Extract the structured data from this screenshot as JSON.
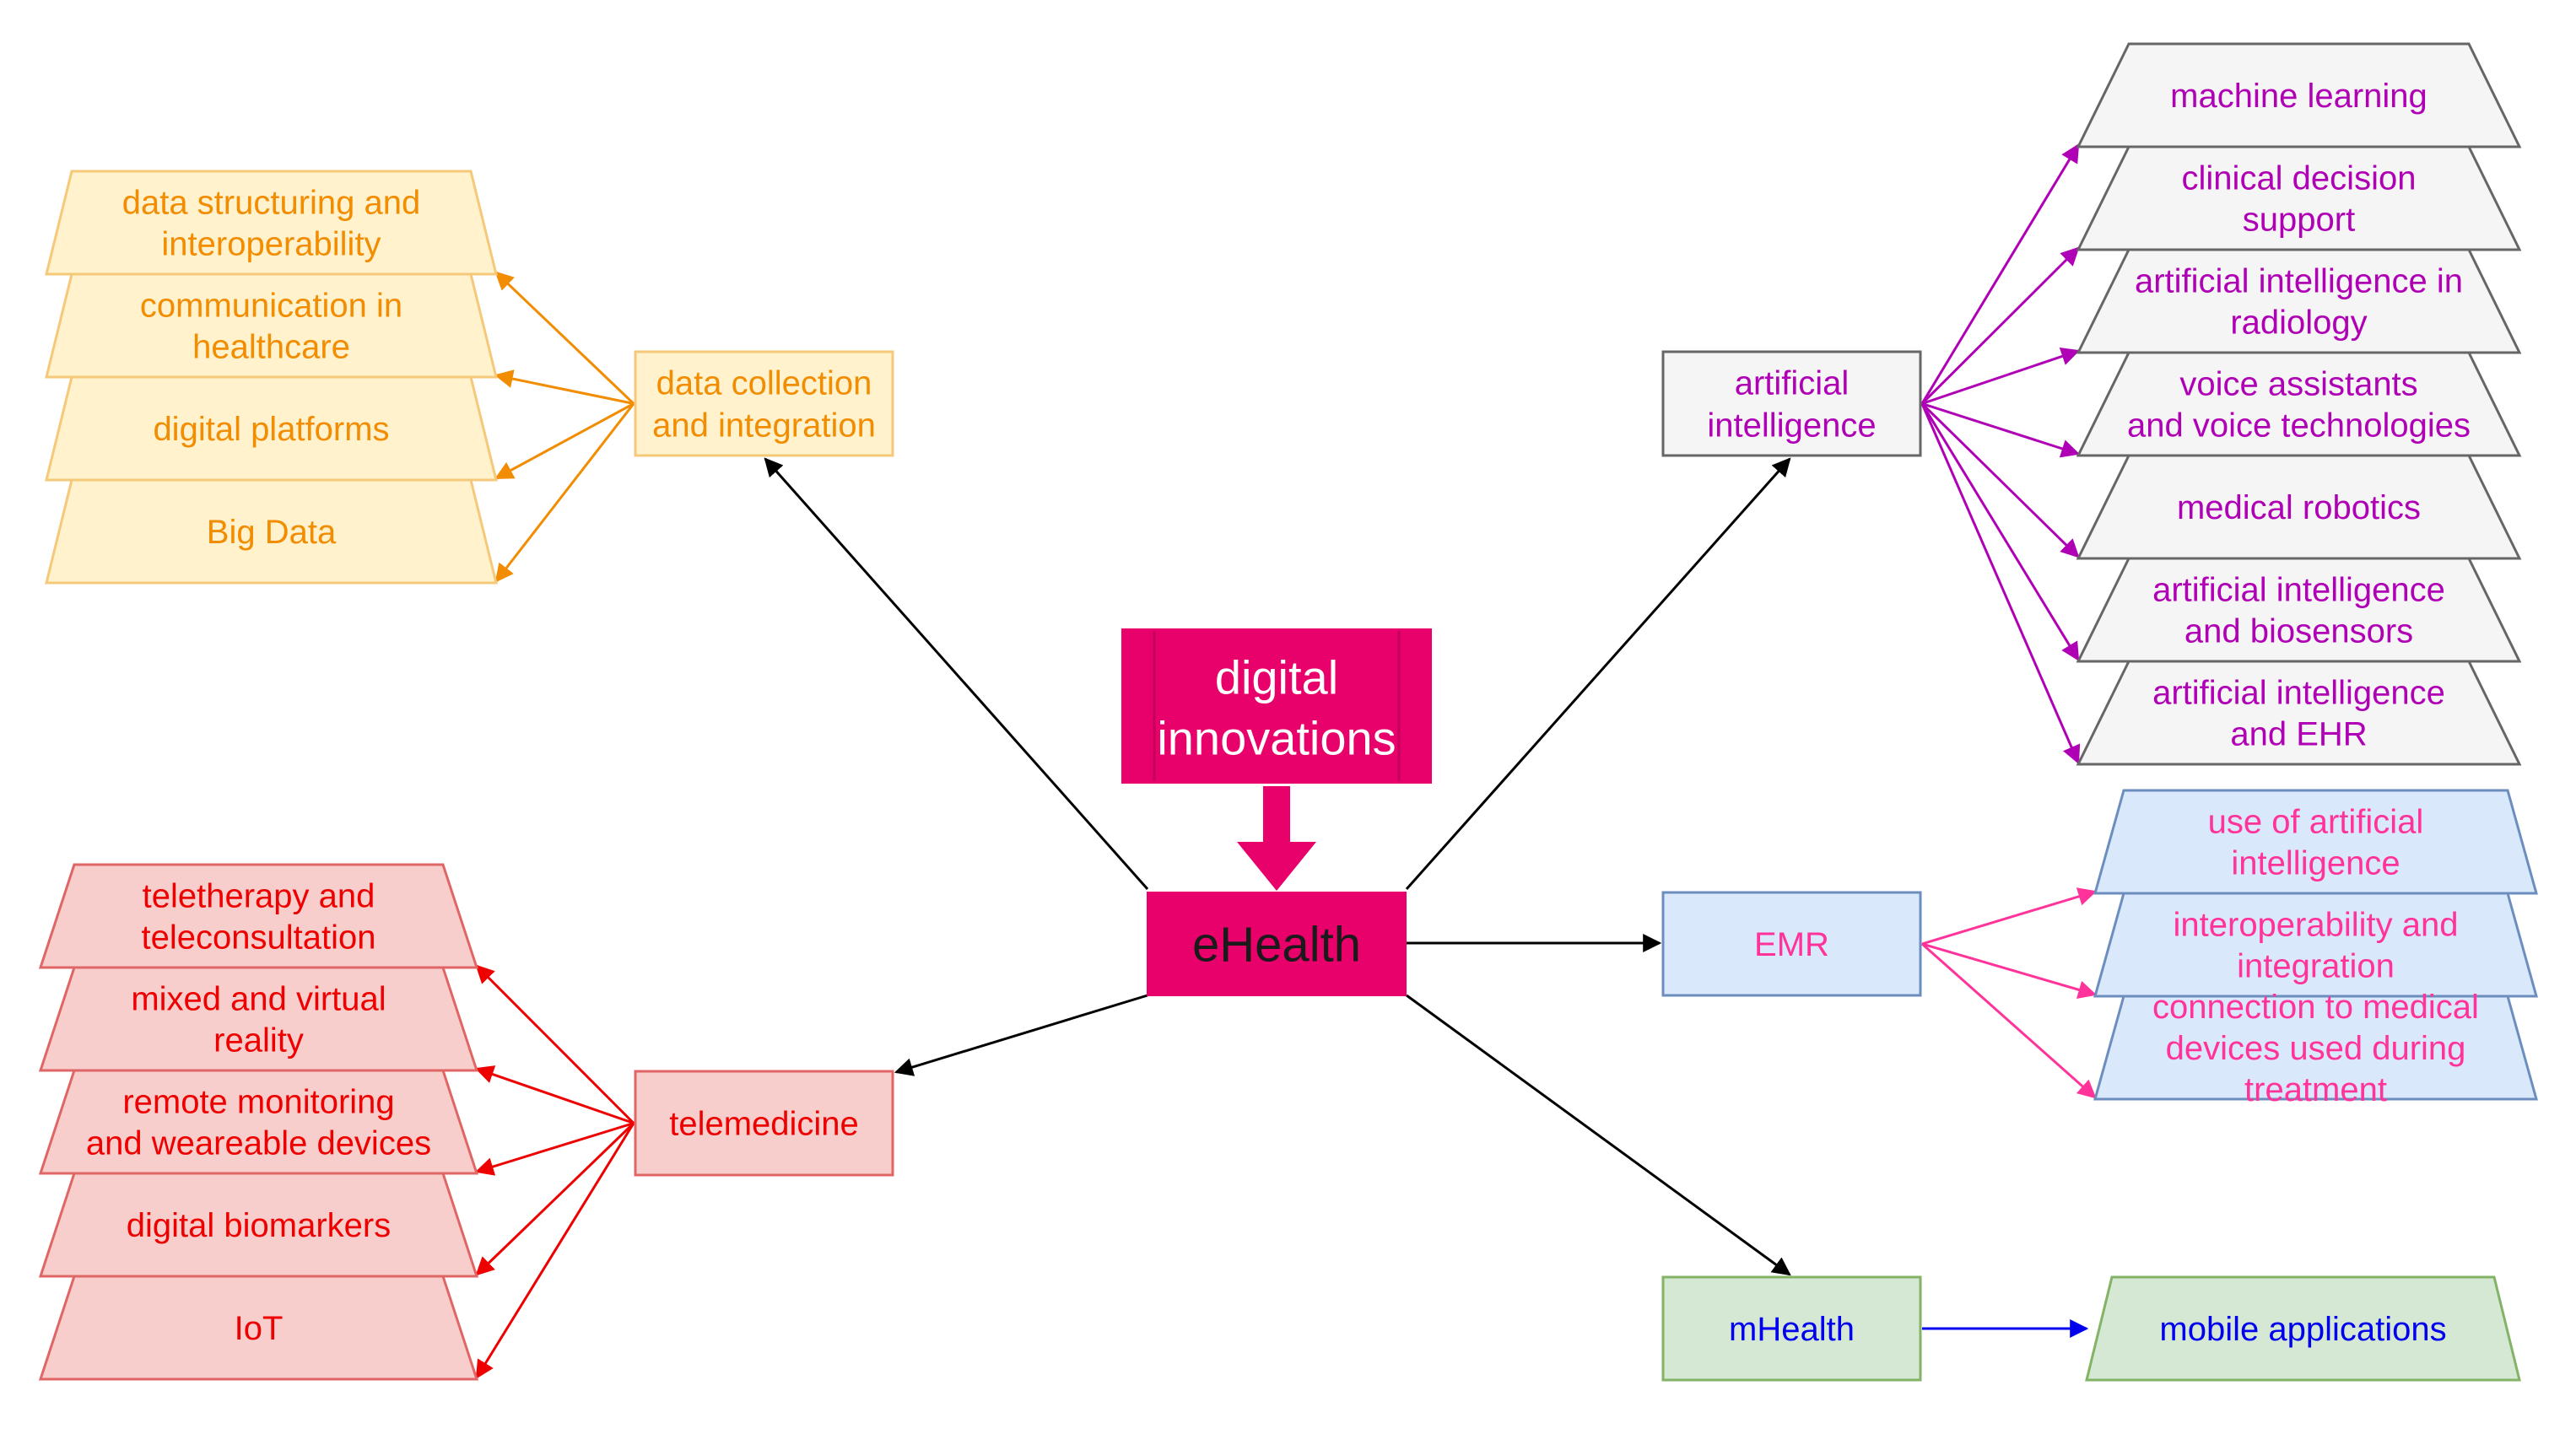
{
  "center": {
    "label": "eHealth",
    "fill": "#e8006b",
    "text_color": "#1a1a1a"
  },
  "header": {
    "lines": [
      "digital",
      "innovations"
    ],
    "fill": "#e8006b",
    "text_color": "#ffffff"
  },
  "hubs": [
    {
      "id": "data-collection",
      "lines": [
        "data collection",
        "and integration"
      ],
      "fill": "#fff2cc",
      "stroke": "#f5c87a",
      "text": "#f28c00",
      "arrow": "#f28c00",
      "children": [
        {
          "lines": [
            "data structuring and",
            "interoperability"
          ]
        },
        {
          "lines": [
            "communication in",
            "healthcare"
          ]
        },
        {
          "lines": [
            "digital platforms"
          ]
        },
        {
          "lines": [
            "Big Data"
          ]
        }
      ]
    },
    {
      "id": "artificial-intelligence",
      "lines": [
        "artificial",
        "intelligence"
      ],
      "fill": "#f5f5f5",
      "stroke": "#666666",
      "text": "#b000b5",
      "arrow": "#b000b5",
      "children": [
        {
          "lines": [
            "machine learning"
          ]
        },
        {
          "lines": [
            "clinical decision",
            "support"
          ]
        },
        {
          "lines": [
            "artificial intelligence in",
            "radiology"
          ]
        },
        {
          "lines": [
            "voice assistants",
            "and voice technologies"
          ]
        },
        {
          "lines": [
            "medical robotics"
          ]
        },
        {
          "lines": [
            "artificial intelligence",
            "and biosensors"
          ]
        },
        {
          "lines": [
            "artificial intelligence",
            "and EHR"
          ]
        }
      ]
    },
    {
      "id": "emr",
      "lines": [
        "EMR"
      ],
      "fill": "#dae8fc",
      "stroke": "#6c8ebf",
      "text": "#ff3399",
      "arrow": "#ff3399",
      "children": [
        {
          "lines": [
            "use of artificial",
            "intelligence"
          ]
        },
        {
          "lines": [
            "interoperability and",
            "integration"
          ]
        },
        {
          "lines": [
            "connection to medical",
            "devices used during",
            "treatment"
          ]
        }
      ]
    },
    {
      "id": "mhealth",
      "lines": [
        "mHealth"
      ],
      "fill": "#d5e8d4",
      "stroke": "#82b366",
      "text": "#0000ee",
      "arrow": "#0000ee",
      "children": [
        {
          "lines": [
            "mobile applications"
          ]
        }
      ]
    },
    {
      "id": "telemedicine",
      "lines": [
        "telemedicine"
      ],
      "fill": "#f8cecc",
      "stroke": "#e06666",
      "text": "#ee0000",
      "arrow": "#ee0000",
      "children": [
        {
          "lines": [
            "teletherapy and",
            "teleconsultation"
          ]
        },
        {
          "lines": [
            "mixed and virtual",
            "reality"
          ]
        },
        {
          "lines": [
            "remote monitoring",
            "and weareable devices"
          ]
        },
        {
          "lines": [
            "digital biomarkers"
          ]
        },
        {
          "lines": [
            "IoT"
          ]
        }
      ]
    }
  ]
}
